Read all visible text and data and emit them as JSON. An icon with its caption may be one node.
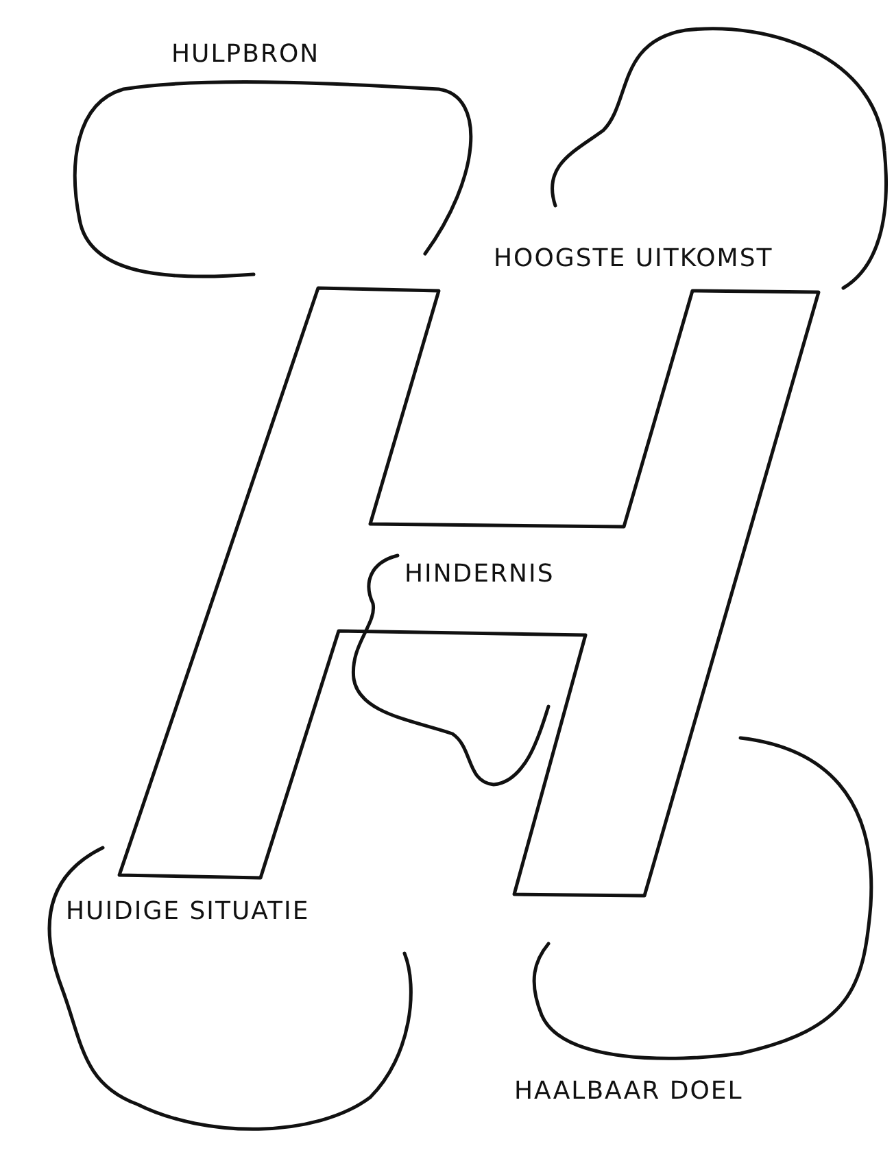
{
  "diagram": {
    "nodes": [
      {
        "text": [
          "HULPBRON"
        ]
      },
      {
        "text": [
          "HOOGSTE UITKOMST"
        ]
      },
      {
        "text": [
          "HINDERNIS"
        ]
      },
      {
        "text": [
          "HUIDIGE SITUATIE"
        ]
      },
      {
        "text": [
          "HAALBAAR DOEL"
        ]
      }
    ]
  }
}
